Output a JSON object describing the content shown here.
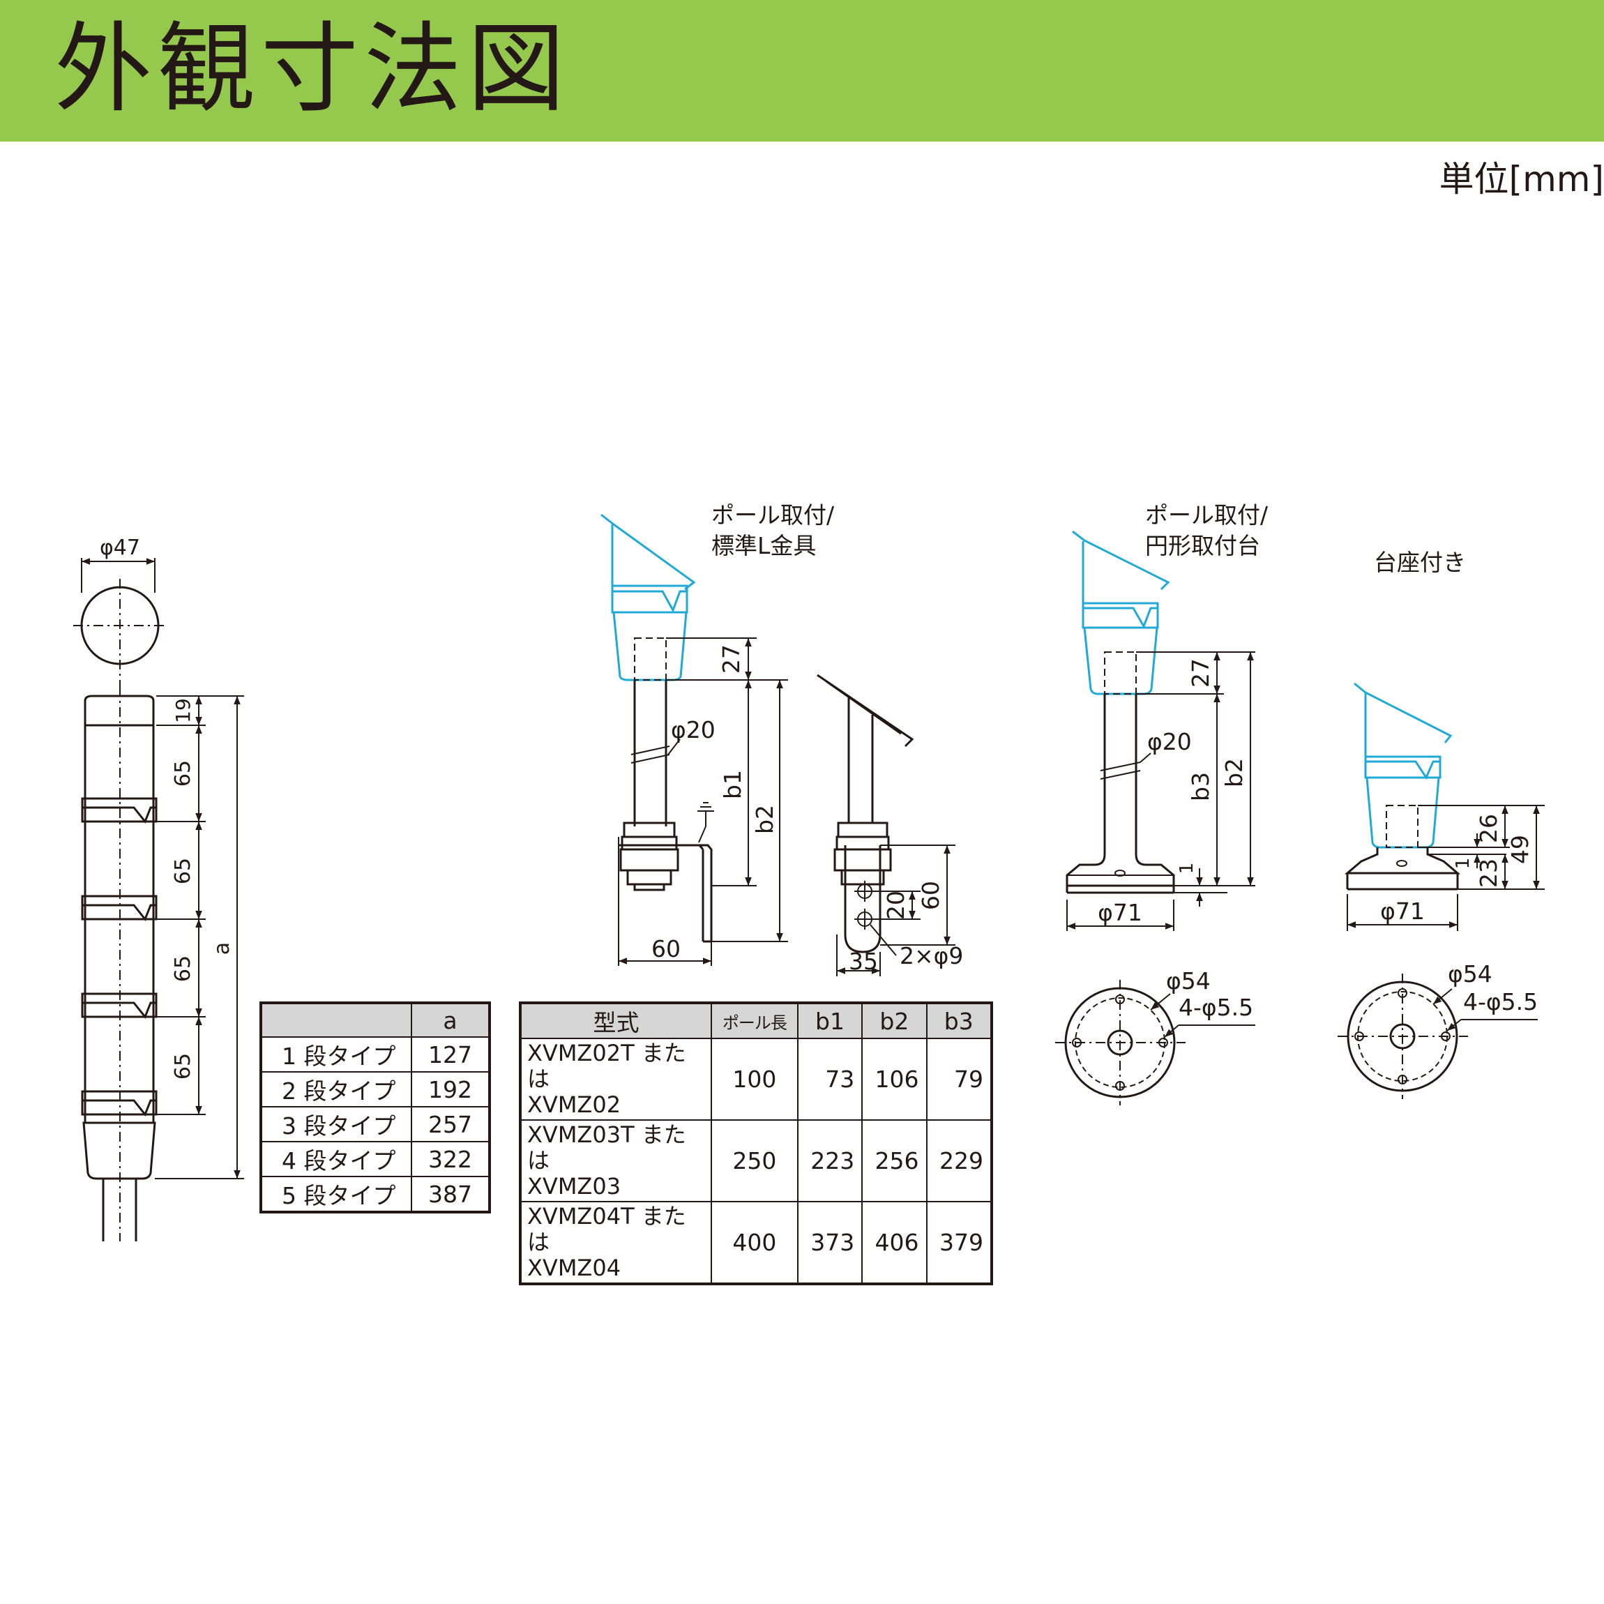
{
  "header": {
    "title": "外観寸法図"
  },
  "unit_label": "単位[mm]",
  "labels": {
    "pole_l_bracket": [
      "ポール取付/",
      "標準L金具"
    ],
    "pole_round_base": [
      "ポール取付/",
      "円形取付台"
    ],
    "base_mount": "台座付き"
  },
  "dims": {
    "phi47": "φ47",
    "d19": "19",
    "d65": "65",
    "a": "a",
    "d27": "27",
    "phi20": "φ20",
    "b1": "b1",
    "b2": "b2",
    "b3": "b3",
    "d60": "60",
    "d20": "20",
    "d35": "35",
    "holes9": "2×φ9",
    "d1": "1",
    "phi71": "φ71",
    "d26": "26",
    "d23": "23",
    "d49": "49",
    "phi54": "φ54",
    "holes55": "4-φ5.5"
  },
  "table_a": {
    "header": [
      "",
      "a"
    ],
    "rows": [
      [
        "1 段タイプ",
        "127"
      ],
      [
        "2 段タイプ",
        "192"
      ],
      [
        "3 段タイプ",
        "257"
      ],
      [
        "4 段タイプ",
        "322"
      ],
      [
        "5 段タイプ",
        "387"
      ]
    ]
  },
  "table_models": {
    "header": [
      "型式",
      "ポール長",
      "b1",
      "b2",
      "b3"
    ],
    "rows": [
      {
        "model": [
          "XVMZ02T または",
          "XVMZ02"
        ],
        "pole": "100",
        "b1": "73",
        "b2": "106",
        "b3": "79"
      },
      {
        "model": [
          "XVMZ03T または",
          "XVMZ03"
        ],
        "pole": "250",
        "b1": "223",
        "b2": "256",
        "b3": "229"
      },
      {
        "model": [
          "XVMZ04T または",
          "XVMZ04"
        ],
        "pole": "400",
        "b1": "373",
        "b2": "406",
        "b3": "379"
      }
    ]
  },
  "colors": {
    "header_bg": "#94c94d",
    "line": "#231815",
    "cyan": "#1fa9d6",
    "table_header": "#d6d6d7"
  }
}
